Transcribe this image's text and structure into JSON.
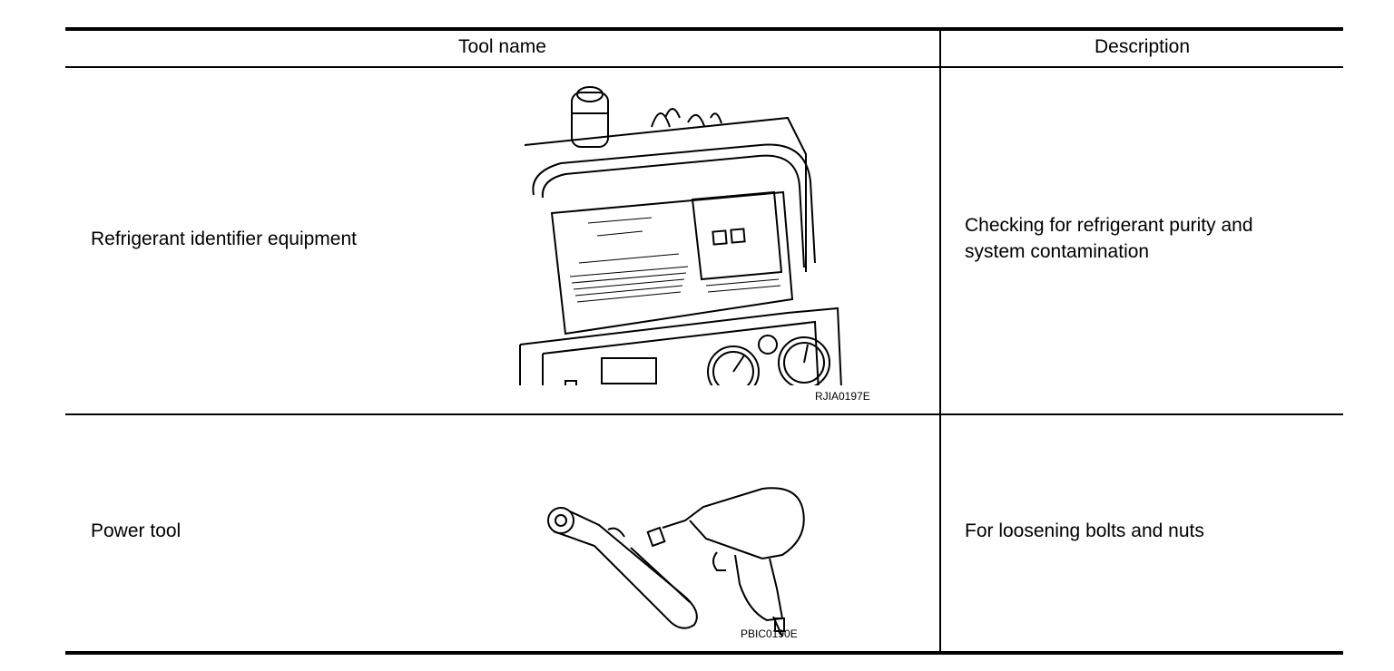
{
  "table": {
    "headers": {
      "tool_name": "Tool name",
      "description": "Description"
    },
    "rows": [
      {
        "tool_name": "Refrigerant identifier equipment",
        "description_line1": "Checking for refrigerant purity and",
        "description_line2": "system contamination",
        "figure_code": "RJIA0197E",
        "icon": "refrigerant-identifier-illustration"
      },
      {
        "tool_name": "Power tool",
        "description_line1": "For loosening bolts and nuts",
        "figure_code": "PBIC0190E",
        "icon": "power-tool-illustration"
      }
    ]
  }
}
